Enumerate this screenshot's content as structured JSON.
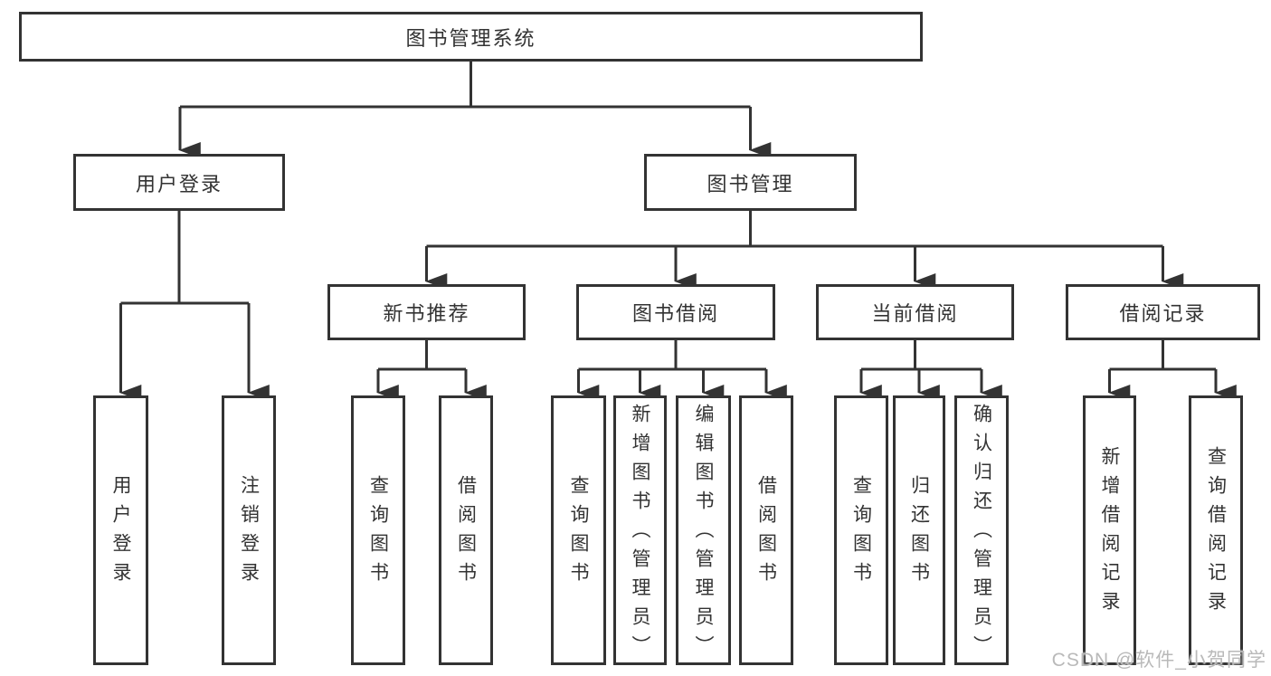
{
  "diagram": {
    "root": {
      "label": "图书管理系统"
    },
    "level2": [
      {
        "id": "user-login",
        "label": "用户登录"
      },
      {
        "id": "book-management",
        "label": "图书管理"
      }
    ],
    "level3": [
      {
        "id": "new-book-recommend",
        "label": "新书推荐"
      },
      {
        "id": "book-borrow",
        "label": "图书借阅"
      },
      {
        "id": "current-borrow",
        "label": "当前借阅"
      },
      {
        "id": "borrow-records",
        "label": "借阅记录"
      }
    ],
    "level4": {
      "user_login": [
        {
          "label": "用户登录"
        },
        {
          "label": "注销登录"
        }
      ],
      "new_book_recommend": [
        {
          "label": "查询图书"
        },
        {
          "label": "借阅图书"
        }
      ],
      "book_borrow": [
        {
          "label": "查询图书"
        },
        {
          "label": "新增图书（管理员）"
        },
        {
          "label": "编辑图书（管理员）"
        },
        {
          "label": "借阅图书"
        }
      ],
      "current_borrow": [
        {
          "label": "查询图书"
        },
        {
          "label": "归还图书"
        },
        {
          "label": "确认归还（管理员）"
        }
      ],
      "borrow_records": [
        {
          "label": "新增借阅记录"
        },
        {
          "label": "查询借阅记录"
        }
      ]
    }
  },
  "watermark": {
    "text": "CSDN @软件_小贺同学",
    "color": "#b9b9b9"
  },
  "colors": {
    "line": "#333333",
    "text": "#333333",
    "background": "#ffffff"
  }
}
